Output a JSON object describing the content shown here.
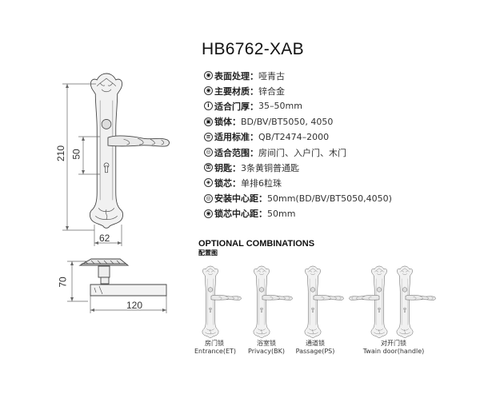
{
  "product": {
    "model": "HB6762-XAB"
  },
  "specs": [
    {
      "icon": "◉",
      "label": "表面处理：",
      "value": "哑青古"
    },
    {
      "icon": "◉",
      "label": "主要材质：",
      "value": "锌合金"
    },
    {
      "icon": "i",
      "label": "适合门厚：",
      "value": "35–50mm"
    },
    {
      "icon": "▣",
      "label": "锁体：",
      "value": "BD/BV/BT5050, 4050"
    },
    {
      "icon": "≡",
      "label": "适用标准：",
      "value": "QB/T2474–2000"
    },
    {
      "icon": "◎",
      "label": "适合范围：",
      "value": "房间门、入户门、木门"
    },
    {
      "icon": "⚿",
      "label": "钥匙：",
      "value": "3条黄铜普通匙"
    },
    {
      "icon": "◈",
      "label": "锁芯：",
      "value": "单排6粒珠"
    },
    {
      "icon": "◎",
      "label": "安装中心距：",
      "value": "50mm(BD/BV/BT5050,4050)"
    },
    {
      "icon": "◉",
      "label": "锁芯中心距：",
      "value": "50mm"
    }
  ],
  "dimensions": {
    "height_total": "210",
    "center_distance": "50",
    "width": "62",
    "depth": "70",
    "handle_length": "120"
  },
  "optional_combinations": {
    "title": "OPTIONAL COMBINATIONS",
    "subtitle": "配置图",
    "items": [
      {
        "cn": "房门锁",
        "en": "Entrance(ET)"
      },
      {
        "cn": "浴室锁",
        "en": "Privacy(BK)"
      },
      {
        "cn": "通道锁",
        "en": "Passage(PS)"
      },
      {
        "cn": "对开门锁",
        "en": "Twain door(handle)"
      }
    ]
  }
}
